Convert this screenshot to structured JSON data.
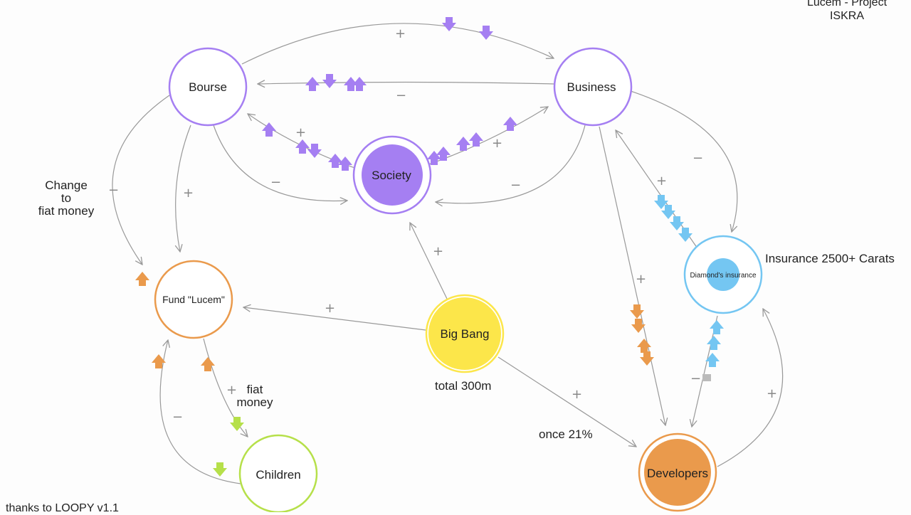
{
  "nodes": {
    "bourse": "Bourse",
    "business": "Business",
    "society": "Society",
    "fund": "Fund \"Lucem\"",
    "big_bang": "Big Bang",
    "diamonds": "Diamond's insurance",
    "developers": "Developers",
    "children": "Children"
  },
  "labels": {
    "change_fiat_1": "Change",
    "change_fiat_2": "to",
    "change_fiat_3": "fiat money",
    "fiat_money_1": "fiat",
    "fiat_money_2": "money",
    "total": "total 300m",
    "once": "once 21%",
    "insurance": "Insurance 2500+ Carats",
    "project_1": "Lucem - Project",
    "project_2": "ISKRA",
    "credit": "thanks to LOOPY v1.1"
  },
  "colors": {
    "purple": "#a57ff2",
    "orange": "#ea9a4c",
    "yellow": "#fce64a",
    "blue": "#74c6f2",
    "green": "#b6e04a",
    "edge": "#999999"
  }
}
